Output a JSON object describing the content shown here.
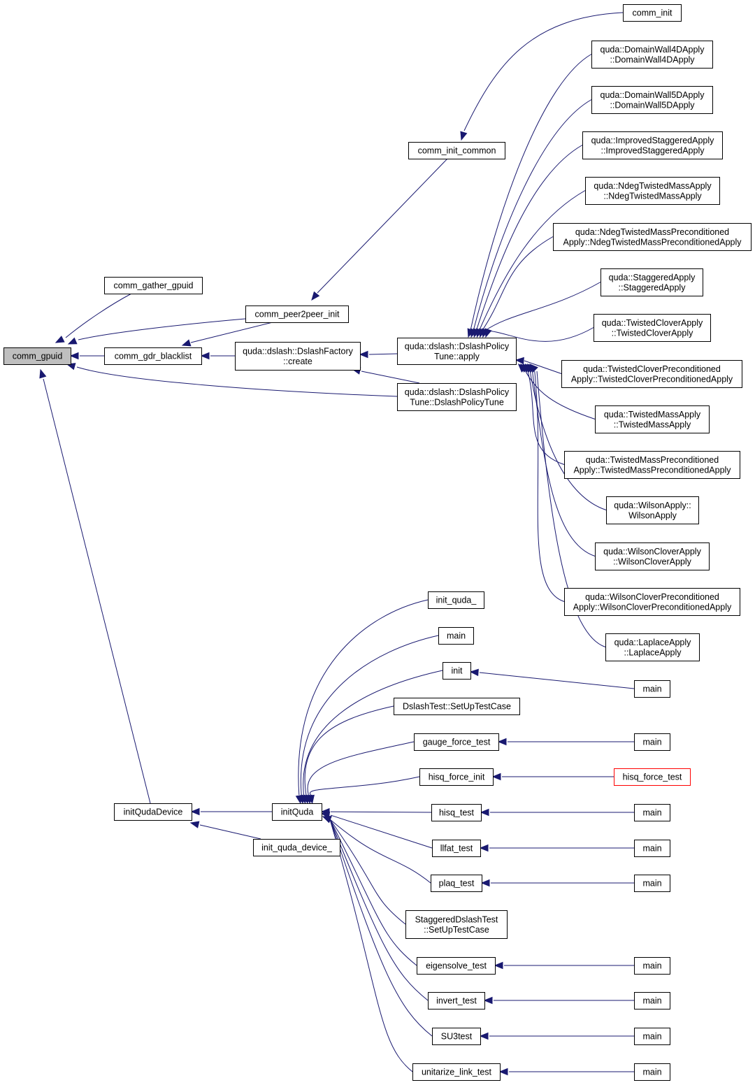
{
  "colors": {
    "edge": "#191970",
    "root_fill": "#bfbfbf",
    "node_border": "#000000",
    "truncated_border": "#ff0000"
  },
  "nodes": [
    {
      "id": "comm_gpuid",
      "lines": [
        "comm_gpuid"
      ],
      "root": true
    },
    {
      "id": "comm_gather_gpuid",
      "lines": [
        "comm_gather_gpuid"
      ]
    },
    {
      "id": "comm_peer2peer_init",
      "lines": [
        "comm_peer2peer_init"
      ]
    },
    {
      "id": "comm_gdr_blacklist",
      "lines": [
        "comm_gdr_blacklist"
      ]
    },
    {
      "id": "dslash_factory_create",
      "lines": [
        "quda::dslash::DslashFactory",
        "::create"
      ]
    },
    {
      "id": "policy_tune_apply",
      "lines": [
        "quda::dslash::DslashPolicy",
        "Tune::apply"
      ]
    },
    {
      "id": "policy_tune_ctor",
      "lines": [
        "quda::dslash::DslashPolicy",
        "Tune::DslashPolicyTune"
      ]
    },
    {
      "id": "comm_init_common",
      "lines": [
        "comm_init_common"
      ]
    },
    {
      "id": "comm_init",
      "lines": [
        "comm_init"
      ]
    },
    {
      "id": "dw4d",
      "lines": [
        "quda::DomainWall4DApply",
        "::DomainWall4DApply"
      ]
    },
    {
      "id": "dw5d",
      "lines": [
        "quda::DomainWall5DApply",
        "::DomainWall5DApply"
      ]
    },
    {
      "id": "improved_staggered",
      "lines": [
        "quda::ImprovedStaggeredApply",
        "::ImprovedStaggeredApply"
      ]
    },
    {
      "id": "ndeg_tm",
      "lines": [
        "quda::NdegTwistedMassApply",
        "::NdegTwistedMassApply"
      ]
    },
    {
      "id": "ndeg_tm_prec",
      "lines": [
        "quda::NdegTwistedMassPreconditioned",
        "Apply::NdegTwistedMassPreconditionedApply"
      ]
    },
    {
      "id": "staggered",
      "lines": [
        "quda::StaggeredApply",
        "::StaggeredApply"
      ]
    },
    {
      "id": "twisted_clover",
      "lines": [
        "quda::TwistedCloverApply",
        "::TwistedCloverApply"
      ]
    },
    {
      "id": "twisted_clover_prec",
      "lines": [
        "quda::TwistedCloverPreconditioned",
        "Apply::TwistedCloverPreconditionedApply"
      ]
    },
    {
      "id": "twisted_mass",
      "lines": [
        "quda::TwistedMassApply",
        "::TwistedMassApply"
      ]
    },
    {
      "id": "twisted_mass_prec",
      "lines": [
        "quda::TwistedMassPreconditioned",
        "Apply::TwistedMassPreconditionedApply"
      ]
    },
    {
      "id": "wilson",
      "lines": [
        "quda::WilsonApply::",
        "WilsonApply"
      ]
    },
    {
      "id": "wilson_clover",
      "lines": [
        "quda::WilsonCloverApply",
        "::WilsonCloverApply"
      ]
    },
    {
      "id": "wilson_clover_prec",
      "lines": [
        "quda::WilsonCloverPreconditioned",
        "Apply::WilsonCloverPreconditionedApply"
      ]
    },
    {
      "id": "laplace",
      "lines": [
        "quda::LaplaceApply",
        "::LaplaceApply"
      ]
    },
    {
      "id": "init_quda_device",
      "lines": [
        "initQudaDevice"
      ]
    },
    {
      "id": "init_quda_device_",
      "lines": [
        "init_quda_device_"
      ]
    },
    {
      "id": "init_quda",
      "lines": [
        "initQuda"
      ]
    },
    {
      "id": "init_quda_",
      "lines": [
        "init_quda_"
      ]
    },
    {
      "id": "main_a",
      "lines": [
        "main"
      ]
    },
    {
      "id": "init",
      "lines": [
        "init"
      ]
    },
    {
      "id": "main_init",
      "lines": [
        "main"
      ]
    },
    {
      "id": "dslash_setup",
      "lines": [
        "DslashTest::SetUpTestCase"
      ]
    },
    {
      "id": "gauge_force_test",
      "lines": [
        "gauge_force_test"
      ]
    },
    {
      "id": "main_gauge",
      "lines": [
        "main"
      ]
    },
    {
      "id": "hisq_force_init",
      "lines": [
        "hisq_force_init"
      ]
    },
    {
      "id": "hisq_force_test",
      "lines": [
        "hisq_force_test"
      ],
      "truncated": true
    },
    {
      "id": "hisq_test",
      "lines": [
        "hisq_test"
      ]
    },
    {
      "id": "main_hisq",
      "lines": [
        "main"
      ]
    },
    {
      "id": "llfat_test",
      "lines": [
        "llfat_test"
      ]
    },
    {
      "id": "main_llfat",
      "lines": [
        "main"
      ]
    },
    {
      "id": "plaq_test",
      "lines": [
        "plaq_test"
      ]
    },
    {
      "id": "main_plaq",
      "lines": [
        "main"
      ]
    },
    {
      "id": "staggered_setup",
      "lines": [
        "StaggeredDslashTest",
        "::SetUpTestCase"
      ]
    },
    {
      "id": "eigensolve_test",
      "lines": [
        "eigensolve_test"
      ]
    },
    {
      "id": "main_eigen",
      "lines": [
        "main"
      ]
    },
    {
      "id": "invert_test",
      "lines": [
        "invert_test"
      ]
    },
    {
      "id": "main_invert",
      "lines": [
        "main"
      ]
    },
    {
      "id": "su3test",
      "lines": [
        "SU3test"
      ]
    },
    {
      "id": "main_su3",
      "lines": [
        "main"
      ]
    },
    {
      "id": "unitarize_link_test",
      "lines": [
        "unitarize_link_test"
      ]
    },
    {
      "id": "main_unitarize",
      "lines": [
        "main"
      ]
    }
  ],
  "edges": [
    {
      "from": "comm_gather_gpuid",
      "to": "comm_gpuid"
    },
    {
      "from": "comm_peer2peer_init",
      "to": "comm_gpuid"
    },
    {
      "from": "comm_gdr_blacklist",
      "to": "comm_gpuid"
    },
    {
      "from": "policy_tune_ctor",
      "to": "comm_gpuid"
    },
    {
      "from": "init_quda_device",
      "to": "comm_gpuid"
    },
    {
      "from": "comm_init_common",
      "to": "comm_peer2peer_init"
    },
    {
      "from": "comm_peer2peer_init",
      "to": "comm_gdr_blacklist"
    },
    {
      "from": "dslash_factory_create",
      "to": "comm_gdr_blacklist"
    },
    {
      "from": "policy_tune_apply",
      "to": "dslash_factory_create"
    },
    {
      "from": "policy_tune_ctor",
      "to": "dslash_factory_create"
    },
    {
      "from": "comm_init",
      "to": "comm_init_common"
    },
    {
      "from": "dw4d",
      "to": "policy_tune_apply"
    },
    {
      "from": "dw5d",
      "to": "policy_tune_apply"
    },
    {
      "from": "improved_staggered",
      "to": "policy_tune_apply"
    },
    {
      "from": "ndeg_tm",
      "to": "policy_tune_apply"
    },
    {
      "from": "ndeg_tm_prec",
      "to": "policy_tune_apply"
    },
    {
      "from": "staggered",
      "to": "policy_tune_apply"
    },
    {
      "from": "twisted_clover",
      "to": "policy_tune_apply"
    },
    {
      "from": "twisted_clover_prec",
      "to": "policy_tune_apply"
    },
    {
      "from": "twisted_mass",
      "to": "policy_tune_apply"
    },
    {
      "from": "twisted_mass_prec",
      "to": "policy_tune_apply"
    },
    {
      "from": "wilson",
      "to": "policy_tune_apply"
    },
    {
      "from": "wilson_clover",
      "to": "policy_tune_apply"
    },
    {
      "from": "wilson_clover_prec",
      "to": "policy_tune_apply"
    },
    {
      "from": "laplace",
      "to": "policy_tune_apply"
    },
    {
      "from": "init_quda",
      "to": "init_quda_device"
    },
    {
      "from": "init_quda_device_",
      "to": "init_quda_device"
    },
    {
      "from": "init_quda_",
      "to": "init_quda"
    },
    {
      "from": "main_a",
      "to": "init_quda"
    },
    {
      "from": "init",
      "to": "init_quda"
    },
    {
      "from": "dslash_setup",
      "to": "init_quda"
    },
    {
      "from": "gauge_force_test",
      "to": "init_quda"
    },
    {
      "from": "hisq_force_init",
      "to": "init_quda"
    },
    {
      "from": "hisq_test",
      "to": "init_quda"
    },
    {
      "from": "llfat_test",
      "to": "init_quda"
    },
    {
      "from": "plaq_test",
      "to": "init_quda"
    },
    {
      "from": "staggered_setup",
      "to": "init_quda"
    },
    {
      "from": "eigensolve_test",
      "to": "init_quda"
    },
    {
      "from": "invert_test",
      "to": "init_quda"
    },
    {
      "from": "su3test",
      "to": "init_quda"
    },
    {
      "from": "unitarize_link_test",
      "to": "init_quda"
    },
    {
      "from": "main_init",
      "to": "init"
    },
    {
      "from": "main_gauge",
      "to": "gauge_force_test"
    },
    {
      "from": "hisq_force_test",
      "to": "hisq_force_init"
    },
    {
      "from": "main_hisq",
      "to": "hisq_test"
    },
    {
      "from": "main_llfat",
      "to": "llfat_test"
    },
    {
      "from": "main_plaq",
      "to": "plaq_test"
    },
    {
      "from": "main_eigen",
      "to": "eigensolve_test"
    },
    {
      "from": "main_invert",
      "to": "invert_test"
    },
    {
      "from": "main_su3",
      "to": "su3test"
    },
    {
      "from": "main_unitarize",
      "to": "unitarize_link_test"
    }
  ]
}
